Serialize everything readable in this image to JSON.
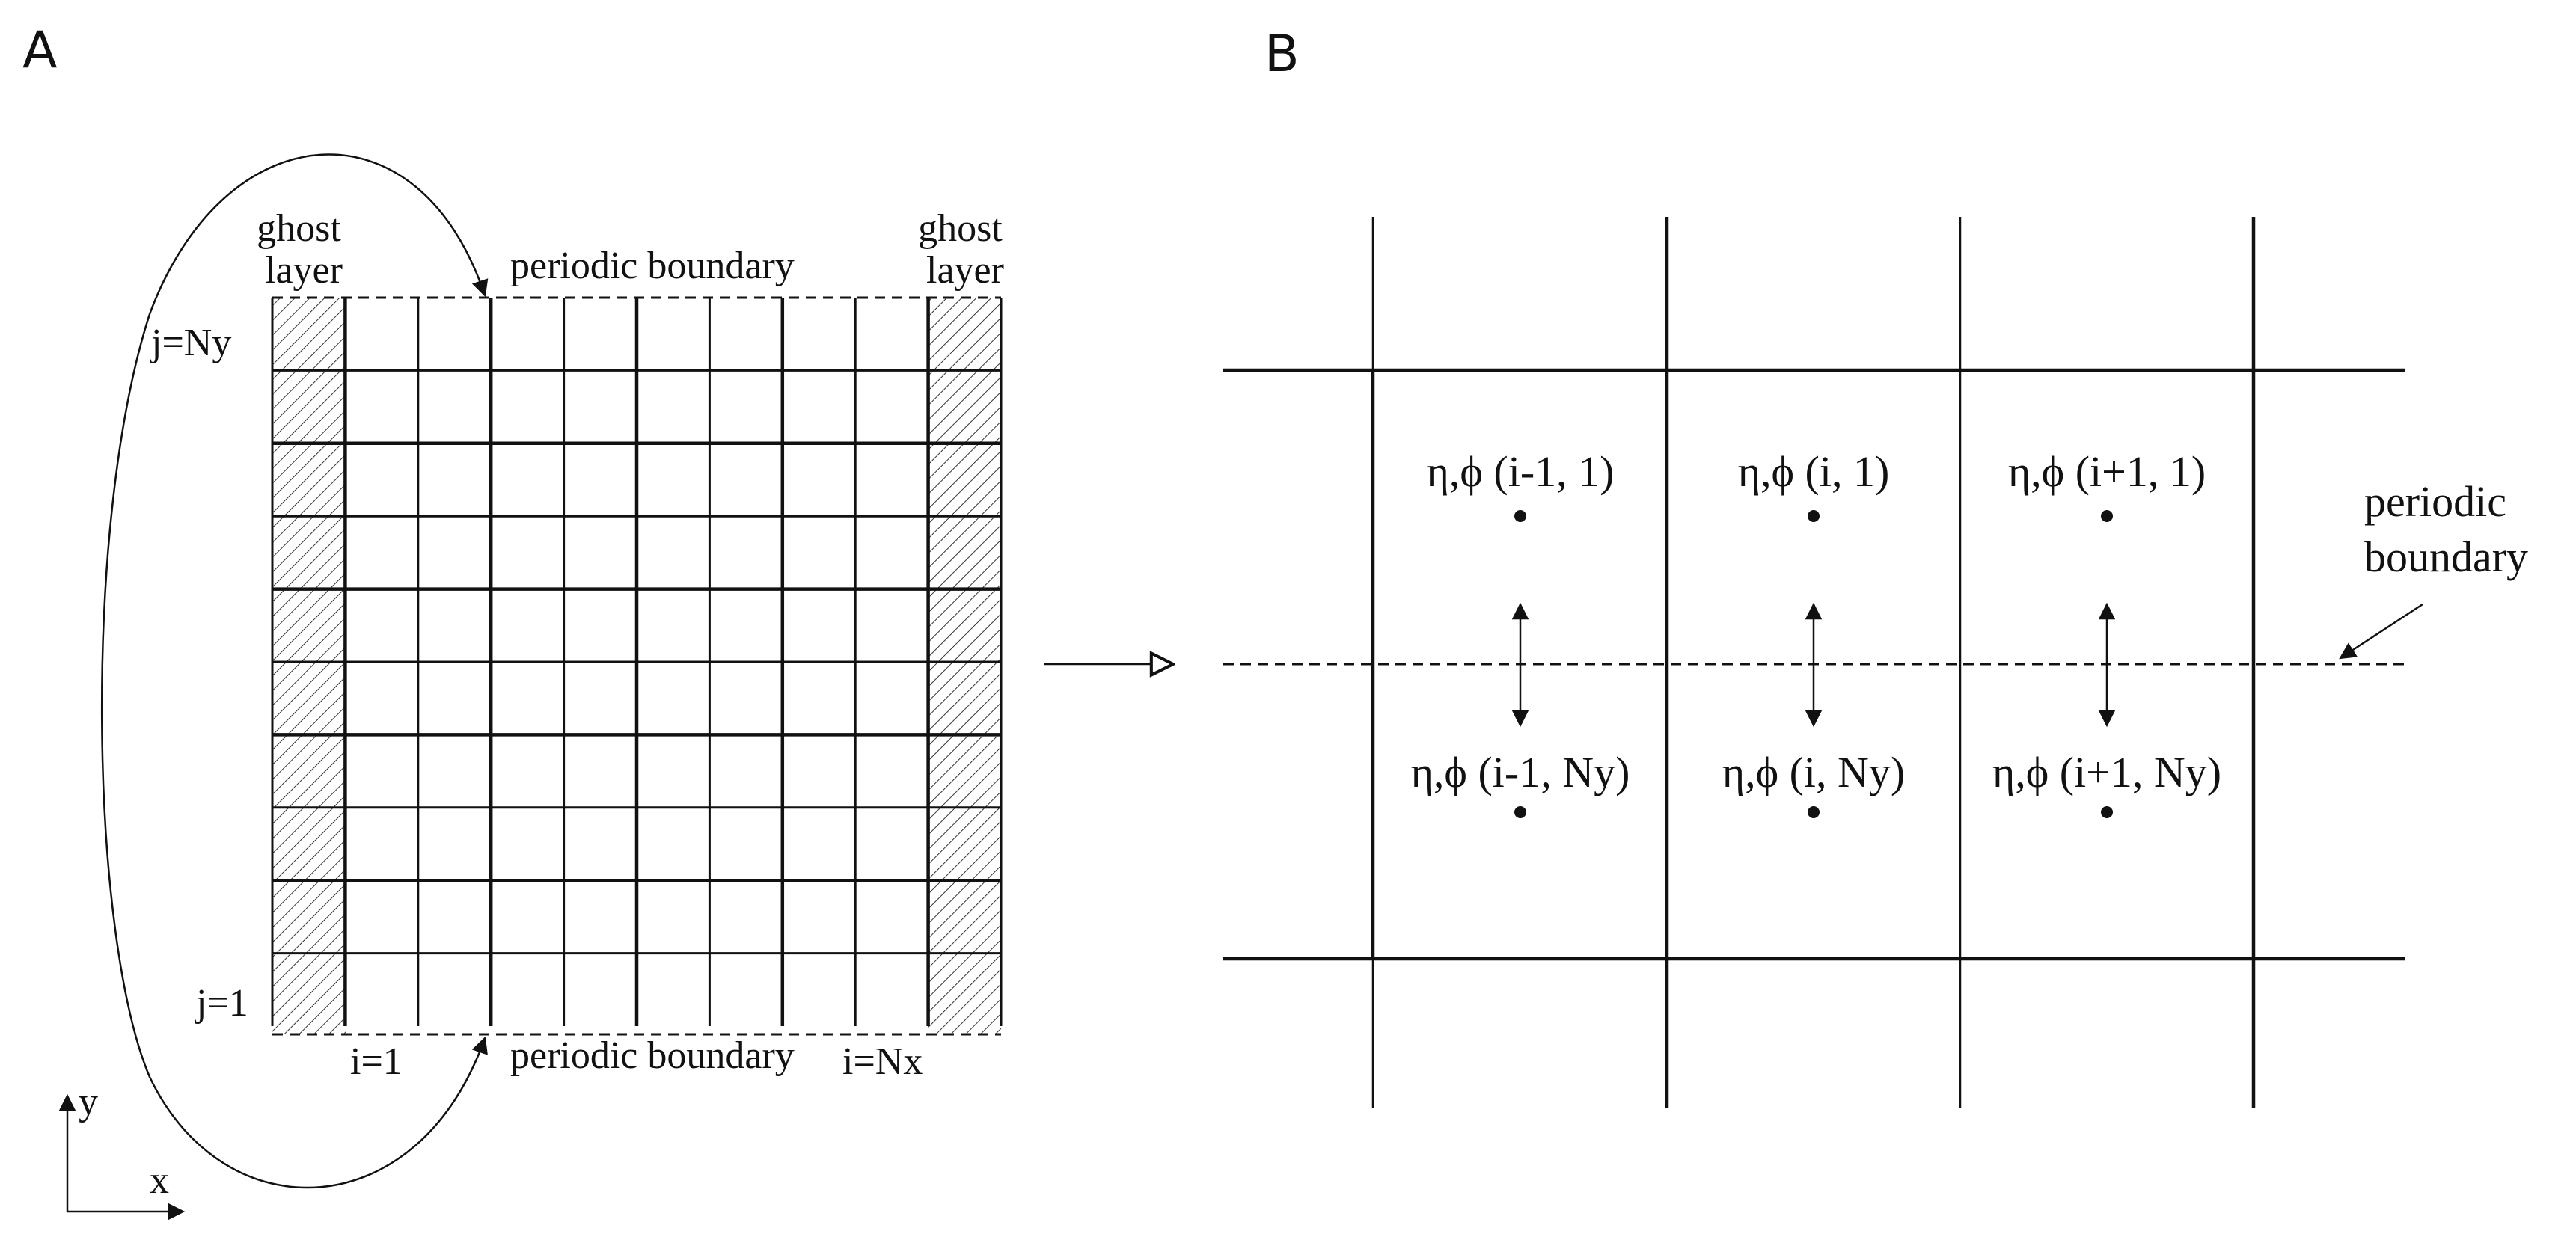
{
  "panel_a": {
    "label": "A",
    "ghost_layer_left": [
      "ghost",
      "layer"
    ],
    "ghost_layer_right": [
      "ghost",
      "layer"
    ],
    "periodic_boundary_top": "periodic boundary",
    "periodic_boundary_bottom": "periodic boundary",
    "j_top": "j=Ny",
    "j_bottom": "j=1",
    "i_left": "i=1",
    "i_right": "i=Nx",
    "axis_y": "y",
    "axis_x": "x"
  },
  "panel_b": {
    "label": "B",
    "periodic_boundary": [
      "periodic",
      "boundary"
    ],
    "nodes_top": [
      "η,ϕ (i-1, 1)",
      "η,ϕ (i, 1)",
      "η,ϕ (i+1, 1)"
    ],
    "nodes_bottom": [
      "η,ϕ (i-1, Ny)",
      "η,ϕ (i, Ny)",
      "η,ϕ (i+1, Ny)"
    ]
  },
  "colors": {
    "ink": "#111111",
    "background": "#ffffff"
  }
}
